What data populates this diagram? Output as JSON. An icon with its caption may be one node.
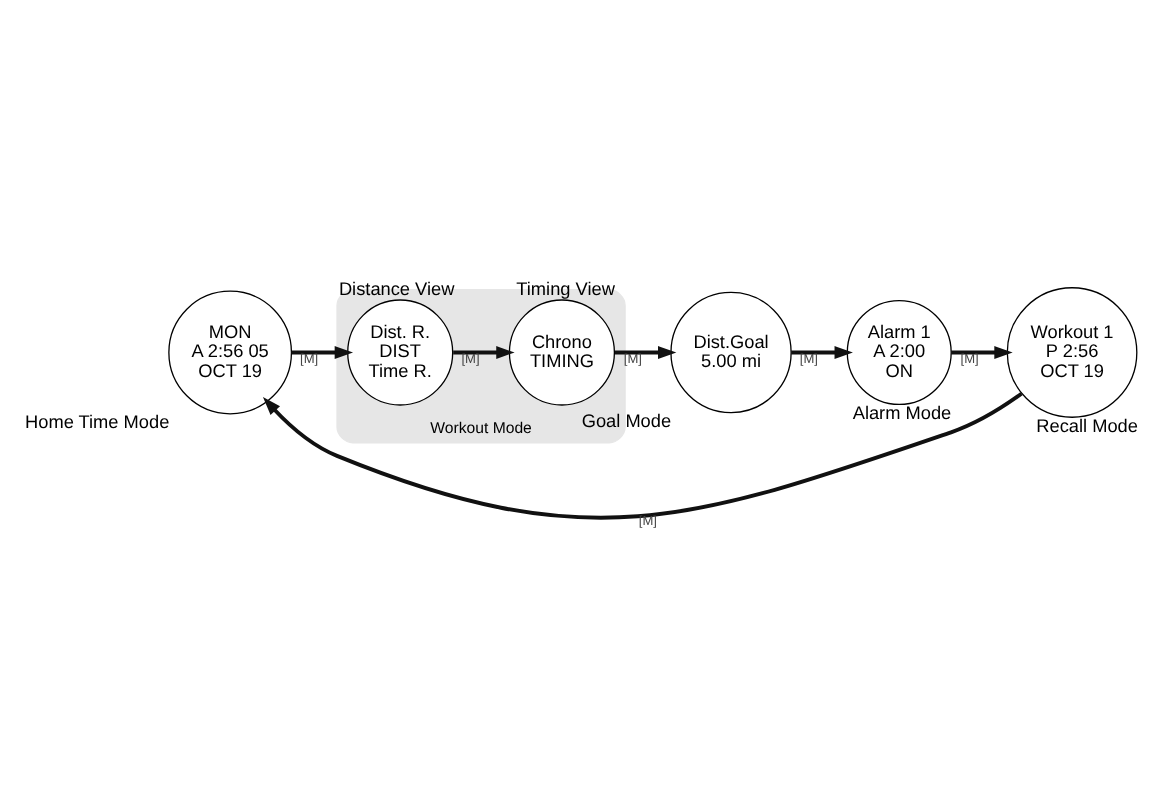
{
  "diagram": {
    "nodes": [
      {
        "text": [
          "MON",
          "A 2:56 05",
          "OCT 19"
        ],
        "beside": [
          "Home Time Mode"
        ]
      },
      {
        "text": [
          "Workout Mode"
        ]
      },
      {
        "text": [
          "Dist. R.",
          "DIST",
          "Time R."
        ],
        "beside": [
          "Distance View"
        ],
        "in": 1
      },
      {
        "text": [
          "Chrono",
          "TIMING"
        ],
        "beside": [
          "Timing View"
        ],
        "in": 1
      },
      {
        "text": [
          "Dist.Goal",
          "5.00 mi"
        ],
        "beside": [
          "Goal Mode"
        ]
      },
      {
        "text": [
          "Alarm 1",
          "A 2:00",
          "ON"
        ],
        "beside": [
          "Alarm Mode"
        ]
      },
      {
        "text": [
          "Workout 1",
          "P 2:56",
          "OCT 19"
        ],
        "beside": [
          "Recall Mode"
        ]
      }
    ],
    "edges": [
      {
        "from": 0,
        "to": 2,
        "arrow": "to",
        "label": "[M]"
      },
      {
        "from": 2,
        "to": 3,
        "arrow": "to",
        "label": "[M]"
      },
      {
        "from": 3,
        "to": 4,
        "arrow": "to",
        "label": "[M]"
      },
      {
        "from": 4,
        "to": 5,
        "arrow": "to",
        "label": "[M]"
      },
      {
        "from": 5,
        "to": 6,
        "arrow": "to",
        "label": "[M]"
      },
      {
        "from": 6,
        "to": 0,
        "arrow": "to",
        "label": "[M]"
      }
    ]
  }
}
